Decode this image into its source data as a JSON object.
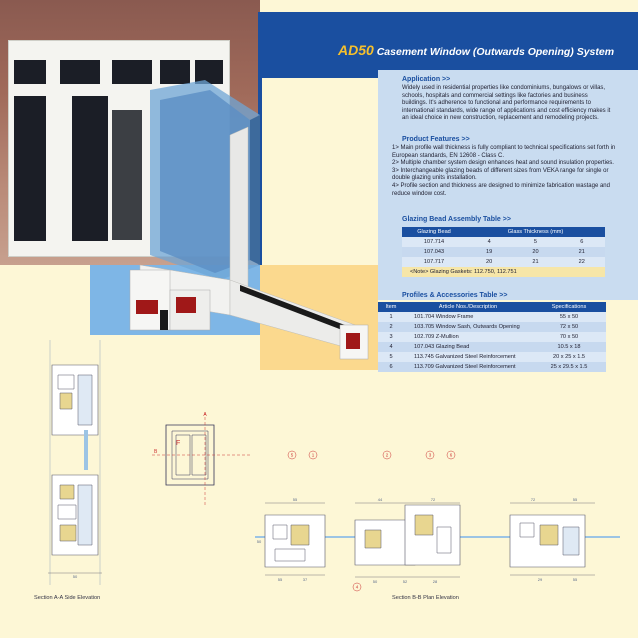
{
  "title": {
    "brand": "AD50",
    "rest": "Casement Window (Outwards Opening) System"
  },
  "application": {
    "heading": "Application >>",
    "text": "Widely used in residential properties like condominiums, bungalows or villas, schools, hospitals and commercial settings like factories and business buildings. It's adherence to functional and performance requirements to international standards, wide range of applications and cost efficiency makes it an ideal choice in new construction, replacement and remodeling projects."
  },
  "features": {
    "heading": "Product Features >>",
    "items": [
      "1> Main profile wall thickness is fully compliant to technical specifications set forth in European standards, EN 12608 - Class C.",
      "2> Multiple chamber system design enhances heat and sound insulation properties.",
      "3> Interchangeable glazing beads of different sizes from VEKA range for single or double glazing units installation.",
      "4> Profile section and thickness are designed to minimize fabrication wastage and reduce window cost."
    ]
  },
  "glazing": {
    "heading": "Glazing Bead Assembly Table >>",
    "col1": "Glazing Bead",
    "col2": "Glass Thickness (mm)",
    "rows": [
      [
        "107.714",
        "4",
        "5",
        "6"
      ],
      [
        "107.043",
        "19",
        "20",
        "21"
      ],
      [
        "107.717",
        "20",
        "21",
        "22"
      ]
    ],
    "note": "<Note> Glazing Gaskets: 112.750, 112.751"
  },
  "profiles": {
    "heading": "Profiles & Accessories Table >>",
    "headers": [
      "Item",
      "Article Nos./Description",
      "Specifications"
    ],
    "rows": [
      [
        "1",
        "101.704 Window Frame",
        "55 x 50"
      ],
      [
        "2",
        "103.705 Window Sash, Outwards Opening",
        "72 x 50"
      ],
      [
        "3",
        "102.709 Z-Mullion",
        "70 x 50"
      ],
      [
        "4",
        "107.043 Glazing Bead",
        "10.5 x 18"
      ],
      [
        "5",
        "113.745 Galvanized Steel Reinforcement",
        "20 x 25 x 1.5"
      ],
      [
        "6",
        "113.709 Galvanized Steel Reinforcement",
        "25 x 29.5 x 1.5"
      ]
    ]
  },
  "captions": {
    "side": "Section A-A Side Elevation",
    "plan": "Section B-B Plan Elevation"
  },
  "diagram": {
    "f_label": "F",
    "a": "A",
    "b": "B",
    "callouts": [
      "5",
      "1",
      "2",
      "3",
      "6",
      "4"
    ],
    "dims_top": [
      "55",
      "44",
      "72",
      "72",
      "55"
    ],
    "dims_bottom": [
      "55",
      "37",
      "50",
      "52",
      "28",
      "29",
      "55"
    ],
    "dim_side": "50",
    "dim_left": "50"
  },
  "colors": {
    "brand_blue": "#1a4fa0",
    "accent_yellow": "#f6c02c",
    "background": "#fdf7d6"
  }
}
